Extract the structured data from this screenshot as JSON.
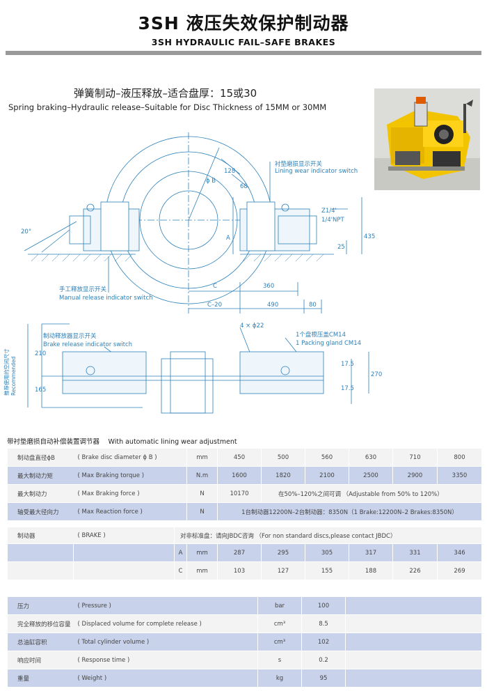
{
  "header": {
    "title_cn": "3SH 液压失效保护制动器",
    "title_en": "3SH HYDRAULIC FAIL–SAFE BRAKES"
  },
  "subtitle": {
    "cn": "弹簧制动–液压释放–适合盘厚：15或30",
    "en": "Spring braking–Hydraulic release–Suitable for Disc Thickness of 15MM or 30MM"
  },
  "drawing": {
    "labels": {
      "lining_cn": "衬垫磨损显示开关",
      "lining_en": "Lining wear indicator switch",
      "manual_cn": "手工释放显示开关",
      "manual_en": "Manual release indicator switch",
      "brake_rel_cn": "制动释放器显示开关",
      "brake_rel_en": "Brake release indicator switch",
      "packing_cn": "1个盘根压盖CM14",
      "packing_en": "1 Packing gland CM14",
      "recommended_cn": "推荐使用的空间尺寸",
      "recommended_en": "Recommended",
      "holes": "4 × ϕ22",
      "port1": "Z1/4'",
      "port2": "1/4'NPT",
      "angle": "20°"
    },
    "dims": {
      "phiB": "ϕ B",
      "d128": "128",
      "d68": "68",
      "A": "A",
      "d435": "435",
      "d25": "25",
      "C": "C",
      "d360": "360",
      "Cm20": "C–20",
      "d490": "490",
      "d80": "80",
      "d210": "210",
      "d165": "165",
      "d1751": "17.5",
      "d1752": "17.5",
      "d270": "270"
    }
  },
  "table_caption": "带衬垫磨损自动补偿装置调节器　 With automatic lining wear adjustment",
  "table1": {
    "rows": [
      {
        "cn": "制动盘直径ϕB",
        "en": "( Brake disc diameter ϕ B )",
        "unit": "mm",
        "values": [
          "450",
          "500",
          "560",
          "630",
          "710",
          "800"
        ]
      },
      {
        "cn": "最大制动力矩",
        "en": "( Max Braking torque )",
        "unit": "N.m",
        "values": [
          "1600",
          "1820",
          "2100",
          "2500",
          "2900",
          "3350"
        ]
      },
      {
        "cn": "最大制动力",
        "en": "( Max Braking force )",
        "unit": "N",
        "first": "10170",
        "note": "在50%–120%之间可调 （Adjustable from 50% to 120%）"
      },
      {
        "cn": "轴受最大径向力",
        "en": "( Max Reaction force )",
        "unit": "N",
        "note": "1台制动器12200N–2台制动器：8350N（1 Brake:12200N–2 Brakes:8350N）"
      }
    ]
  },
  "table2": {
    "header": {
      "cn": "制动器",
      "en": "( BRAKE )",
      "note": "对非标准盘：请向JBDC咨询 （For non standard discs,please contact JBDC）"
    },
    "rows": [
      {
        "key": "A",
        "unit": "mm",
        "values": [
          "287",
          "295",
          "305",
          "317",
          "331",
          "346"
        ]
      },
      {
        "key": "C",
        "unit": "mm",
        "values": [
          "103",
          "127",
          "155",
          "188",
          "226",
          "269"
        ]
      }
    ]
  },
  "table3": {
    "rows": [
      {
        "cn": "压力",
        "en": "( Pressure )",
        "unit": "bar",
        "value": "100"
      },
      {
        "cn": "完全释放的移位容量",
        "en": "( Displaced volume for complete release )",
        "unit": "cm³",
        "value": "8.5"
      },
      {
        "cn": "总油缸容积",
        "en": "( Total cylinder volume )",
        "unit": "cm³",
        "value": "102"
      },
      {
        "cn": "响应时间",
        "en": "( Response time )",
        "unit": "s",
        "value": "0.2"
      },
      {
        "cn": "重量",
        "en": "( Weight )",
        "unit": "kg",
        "value": "95"
      }
    ]
  },
  "colors": {
    "drawing_blue": "#2a7fb8",
    "row_blue": "#c8d2ea",
    "photo_yellow": "#f2c400"
  }
}
